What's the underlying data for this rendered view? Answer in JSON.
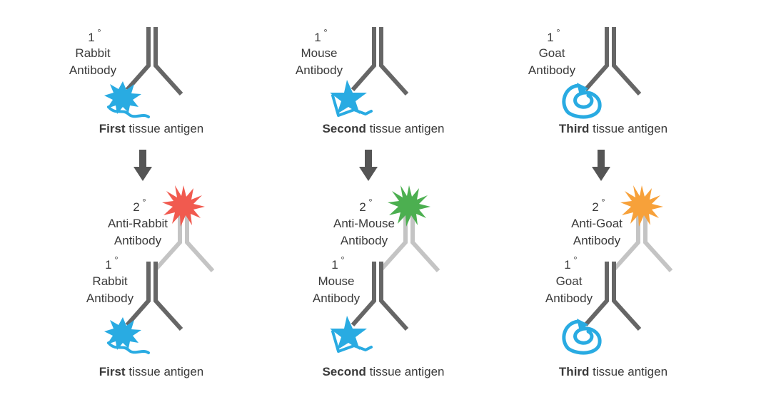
{
  "colors": {
    "primary_antibody": "#666666",
    "secondary_antibody": "#c4c4c4",
    "antigen": "#29abe2",
    "arrow": "#555555",
    "text": "#3a3a3a"
  },
  "columns": [
    {
      "top": {
        "degree": "1",
        "species": "Rabbit",
        "antibody": "Antibody",
        "caption_bold": "First",
        "caption_rest": " tissue antigen"
      },
      "bottom": {
        "secondary_degree": "2",
        "secondary_species": "Anti-Rabbit",
        "secondary_antibody": "Antibody",
        "primary_degree": "1",
        "primary_species": "Rabbit",
        "primary_antibody": "Antibody",
        "caption_bold": "First",
        "caption_rest": " tissue antigen"
      },
      "fluorophore_color": "#f15a4f",
      "antigen_icon": "splat-antigen-icon"
    },
    {
      "top": {
        "degree": "1",
        "species": "Mouse",
        "antibody": "Antibody",
        "caption_bold": "Second",
        "caption_rest": " tissue antigen"
      },
      "bottom": {
        "secondary_degree": "2",
        "secondary_species": "Anti-Mouse",
        "secondary_antibody": "Antibody",
        "primary_degree": "1",
        "primary_species": "Mouse",
        "primary_antibody": "Antibody",
        "caption_bold": "Second",
        "caption_rest": " tissue antigen"
      },
      "fluorophore_color": "#4caf50",
      "antigen_icon": "star-antigen-icon"
    },
    {
      "top": {
        "degree": "1",
        "species": "Goat",
        "antibody": "Antibody",
        "caption_bold": "Third",
        "caption_rest": " tissue antigen"
      },
      "bottom": {
        "secondary_degree": "2",
        "secondary_species": "Anti-Goat",
        "secondary_antibody": "Antibody",
        "primary_degree": "1",
        "primary_species": "Goat",
        "primary_antibody": "Antibody",
        "caption_bold": "Third",
        "caption_rest": " tissue antigen"
      },
      "fluorophore_color": "#f7a13a",
      "antigen_icon": "loop-antigen-icon"
    }
  ],
  "degree_symbol": "°"
}
